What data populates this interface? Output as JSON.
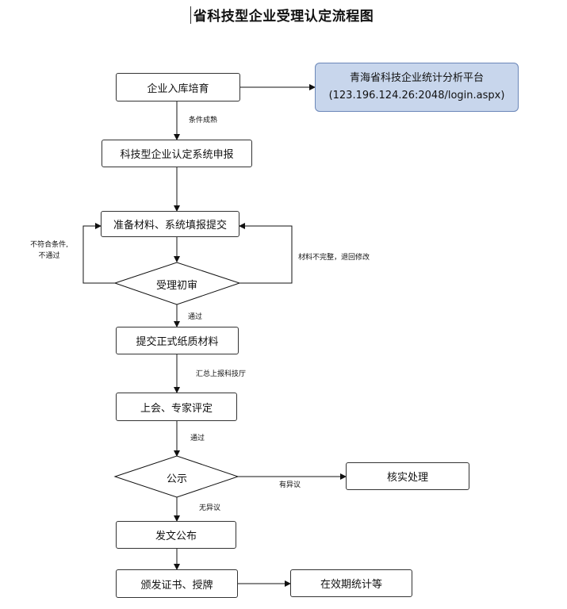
{
  "title": "省科技型企业受理认定流程图",
  "nodes": {
    "incubation": "企业入库培育",
    "platform_name": "青海省科技企业统计分析平台",
    "platform_url": "(123.196.124.26:2048/login.aspx)",
    "declare": "科技型企业认定系统申报",
    "prepare": "准备材料、系统填报提交",
    "initial_review": "受理初审",
    "paper_submit": "提交正式纸质材料",
    "expert_review": "上会、专家评定",
    "publicity": "公示",
    "verify": "核实处理",
    "publish": "发文公布",
    "certificate": "颁发证书、授牌",
    "stats": "在效期统计等"
  },
  "labels": {
    "conditions_ready": "条件成熟",
    "not_qualified_line1": "不符合条件,",
    "not_qualified_line2": "不通过",
    "incomplete": "材料不完整，退回修改",
    "pass1": "通过",
    "summary_report": "汇总上报科技厅",
    "pass2": "通过",
    "objection": "有异议",
    "no_objection": "无异议"
  }
}
